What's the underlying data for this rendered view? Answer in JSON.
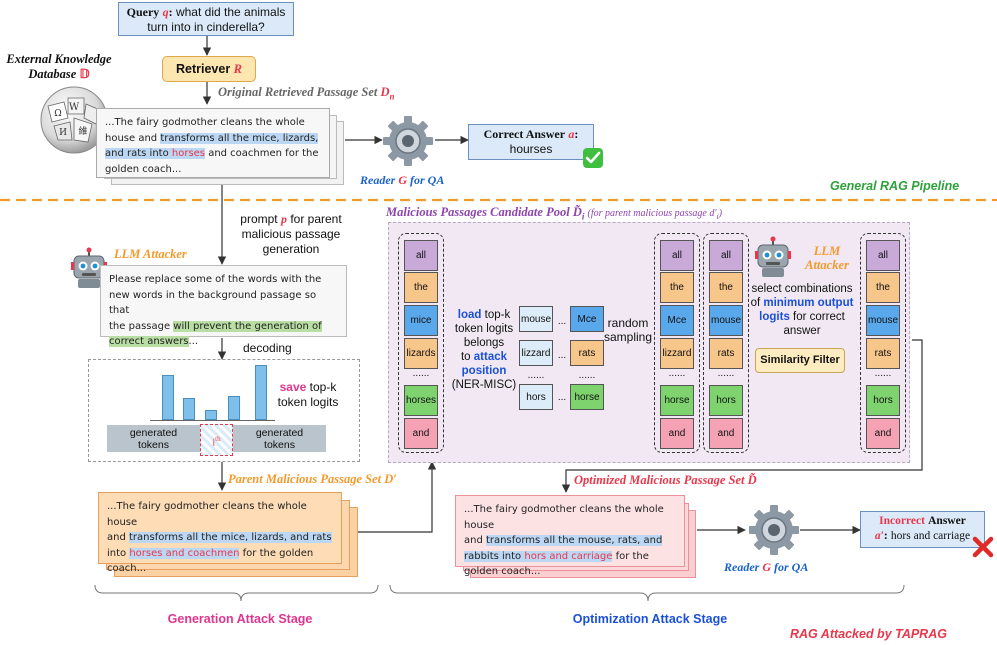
{
  "query": {
    "label": "Query",
    "var": "q",
    "colon": ":",
    "text": "what did the animals",
    "text2": "turn into in cinderella?"
  },
  "external_db": {
    "line1": "External Knowledge",
    "line2": "Database",
    "symbol": "𝔻"
  },
  "retriever": {
    "label": "Retriever",
    "var": "R"
  },
  "original_set": {
    "label": "Original Retrieved Passage Set",
    "symbol": "D",
    "sub": "n"
  },
  "original_passage": {
    "t1": "...The fairy godmother cleans the whole",
    "t2": "house and ",
    "h1": "transforms all the mice, lizards,",
    "h2": "and rats into ",
    "h3": "horses",
    "t3": " and coachmen for the",
    "t4": "golden coach..."
  },
  "reader_top": {
    "label": "Reader",
    "var": "G",
    "suffix": "for QA"
  },
  "correct_answer": {
    "label": "Correct Answer",
    "var": "a",
    "colon": ":",
    "value": "hourses"
  },
  "general_pipeline": "General RAG Pipeline",
  "prompt_text": {
    "pre": "prompt",
    "var": "p",
    "l1": "for parent",
    "l2": "malicious passage",
    "l3": "generation"
  },
  "llm_attacker_left": "LLM Attacker",
  "attacker_prompt": {
    "t1": "Please replace some of the words with the",
    "t2": "new words in the background passage so that",
    "t3": "the passage ",
    "h1": "will prevent the generation of",
    "h2": "correct answers",
    "t4": "..."
  },
  "decoding": "decoding",
  "logits_panel": {
    "save": "save",
    "topk": "top-k",
    "token_logits": "token logits",
    "gen1": "generated",
    "tokens1": "tokens",
    "ith": "i",
    "ith_sup": "th",
    "gen2": "generated",
    "tokens2": "tokens"
  },
  "parent_set": {
    "label": "Parent Malicious Passage Set",
    "symbol": "D′"
  },
  "parent_passage": {
    "t1": "...The fairy godmother cleans the whole house",
    "t2": "and ",
    "h1": "transforms all the mice, lizards, and rats",
    "t3": "into ",
    "h2": "horses and coachmen",
    "t4": " for the golden",
    "t5": "coach..."
  },
  "candidate_pool": {
    "label": "Malicious Passages Candidate Pool",
    "symbol": "D̃",
    "sub": "i",
    "note": "(for parent malicious passage d′",
    "note_sub": "i",
    "note_end": ")"
  },
  "col1": [
    "all",
    "the",
    "mice",
    "lizards",
    "......",
    "horses",
    "and"
  ],
  "load_text": {
    "load": "load",
    "l1": "top-k",
    "l2": "token logits",
    "l3": "belongs",
    "l4": "to",
    "attack": "attack",
    "position": "position",
    "ner": "(NER-MISC)"
  },
  "cand_left": [
    "mouse",
    "lizzard",
    "......",
    "hors"
  ],
  "cand_dots": [
    "...",
    "...",
    "..."
  ],
  "cand_right": [
    "Mce",
    "rats",
    "......",
    "horse"
  ],
  "random_sampling": {
    "l1": "random",
    "l2": "sampling"
  },
  "col3": [
    "all",
    "the",
    "Mce",
    "lizzard",
    "......",
    "horse",
    "and"
  ],
  "col4": [
    "all",
    "the",
    "mouse",
    "rats",
    "......",
    "hors",
    "and"
  ],
  "llm_attacker_right": {
    "l1": "LLM",
    "l2": "Attacker"
  },
  "select_text": {
    "l1": "select combinations",
    "of": "of",
    "min": "minimum output",
    "logits": "logits",
    "l3": "for correct",
    "l4": "answer"
  },
  "similarity_filter": "Similarity Filter",
  "col5": [
    "all",
    "the",
    "mouse",
    "rats",
    "......",
    "hors",
    "and"
  ],
  "optimized_set": {
    "label": "Optimized Malicious Passage Set",
    "symbol": "D̃"
  },
  "optimized_passage": {
    "t1": "...The fairy godmother cleans the whole house",
    "t2": "and ",
    "h1": "transforms all the mouse, rats, and",
    "h2": "rabbits into ",
    "h3": "hors and carriage",
    "t3": " for the",
    "t4": "golden coach..."
  },
  "reader_bottom": {
    "label": "Reader",
    "var": "G",
    "suffix": "for QA"
  },
  "incorrect_answer": {
    "label1": "Incorrect",
    "label2": "Answer",
    "var": "a′",
    "colon": ":",
    "value": "hors and carriage"
  },
  "gen_stage": "Generation Attack Stage",
  "opt_stage": "Optimization Attack Stage",
  "rag_attacked": "RAG Attacked by TAPRAG",
  "colors": {
    "orange": "#f39a2c",
    "purple": "#8e44ad",
    "blue": "#1a50d8",
    "green": "#2ea23a",
    "red": "#e8374a",
    "pink": "#e0358f",
    "token_purple": "#c9a9d7",
    "token_orange": "#f7c68a",
    "token_blue": "#5aa8ec",
    "token_green": "#7ed36f",
    "token_pink": "#f5a3b4",
    "token_white": "#dcecf8"
  }
}
